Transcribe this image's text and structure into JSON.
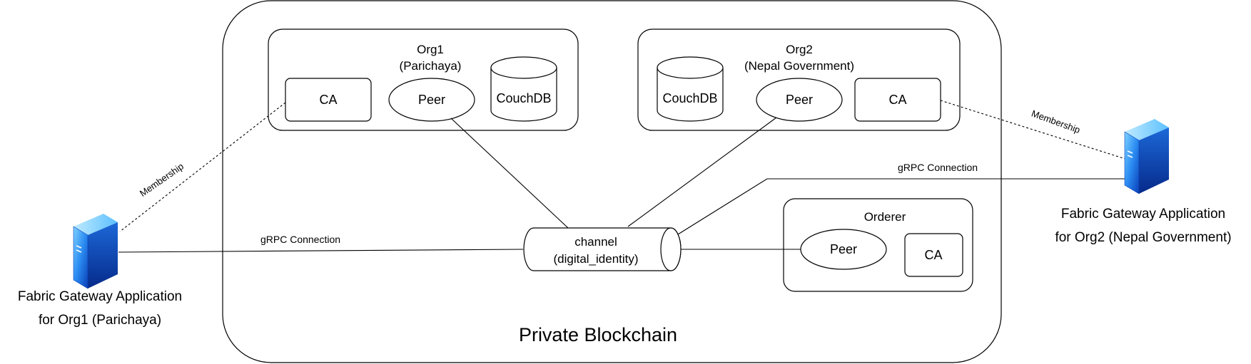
{
  "diagram": {
    "title": "Private Blockchain",
    "org1": {
      "name": "Org1",
      "subtitle": "(Parichaya)",
      "ca": "CA",
      "peer": "Peer",
      "db": "CouchDB"
    },
    "org2": {
      "name": "Org2",
      "subtitle": "(Nepal Government)",
      "ca": "CA",
      "peer": "Peer",
      "db": "CouchDB"
    },
    "orderer": {
      "name": "Orderer",
      "peer": "Peer",
      "ca": "CA"
    },
    "channel": {
      "label": "channel",
      "name": "(digital_identity)"
    },
    "gateway1": {
      "line1": "Fabric Gateway Application",
      "line2": "for Org1 (Parichaya)",
      "icon": "server-icon"
    },
    "gateway2": {
      "line1": "Fabric Gateway Application",
      "line2": "for Org2 (Nepal Government)",
      "icon": "server-icon"
    },
    "edges": {
      "membership_left": "Membership",
      "membership_right": "Membership",
      "grpc_left": "gRPC Connection",
      "grpc_right": "gRPC Connection"
    }
  }
}
